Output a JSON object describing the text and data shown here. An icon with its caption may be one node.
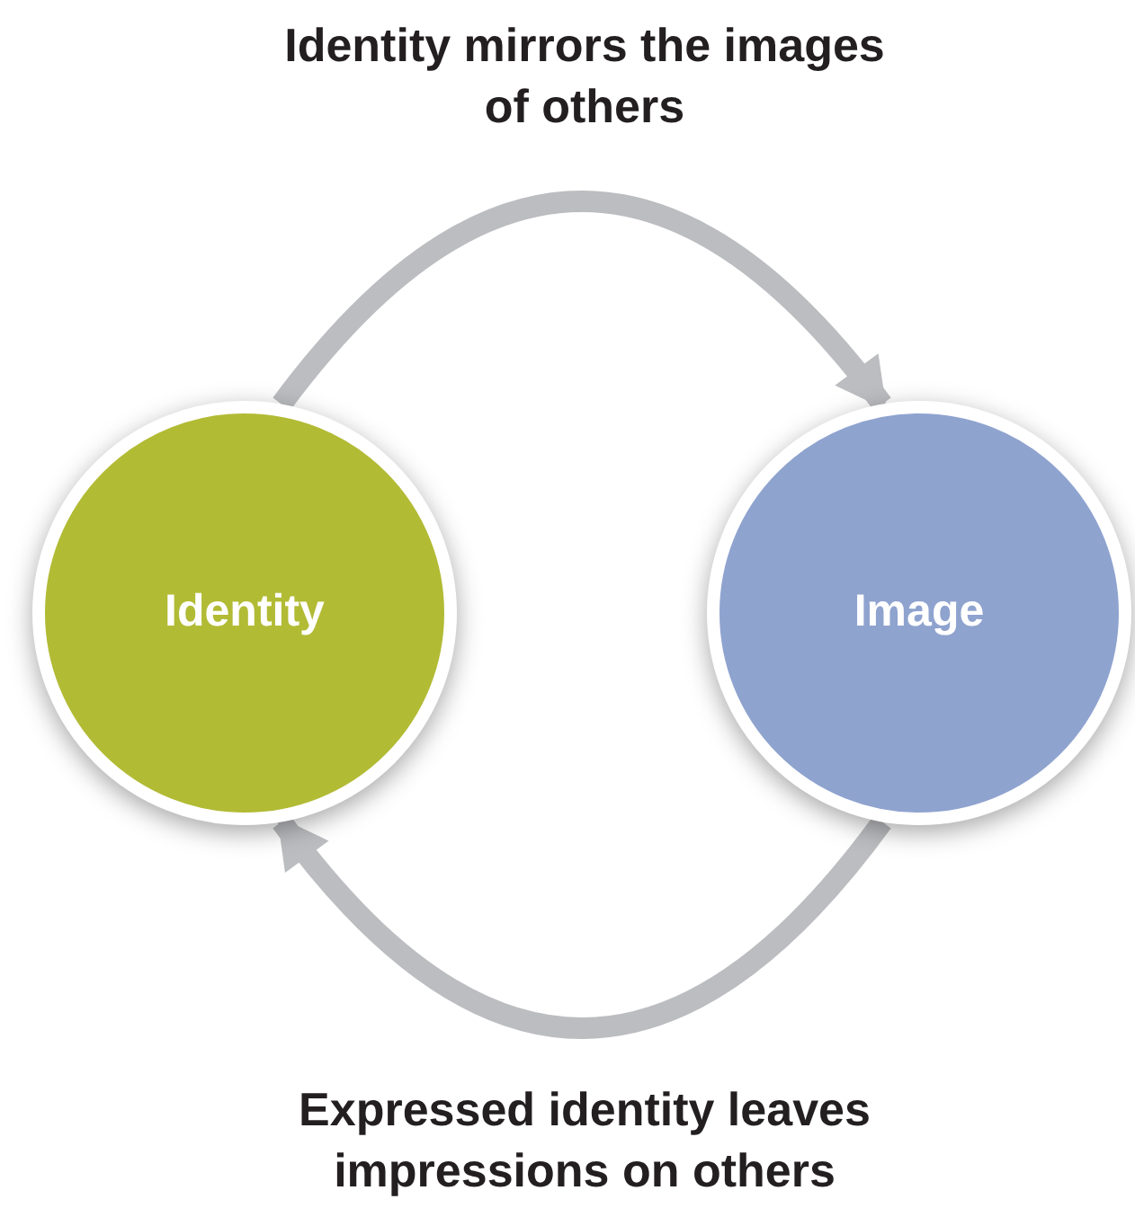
{
  "diagram": {
    "nodes": [
      {
        "text": [
          "Identity"
        ]
      },
      {
        "text": [
          "Image"
        ]
      }
    ],
    "edges": [
      {
        "from": 0,
        "to": 1,
        "arrow": "to",
        "label": "Identity mirrors the images of others"
      },
      {
        "from": 1,
        "to": 0,
        "arrow": "to",
        "label": "Expressed identity leaves impressions on others"
      }
    ]
  }
}
